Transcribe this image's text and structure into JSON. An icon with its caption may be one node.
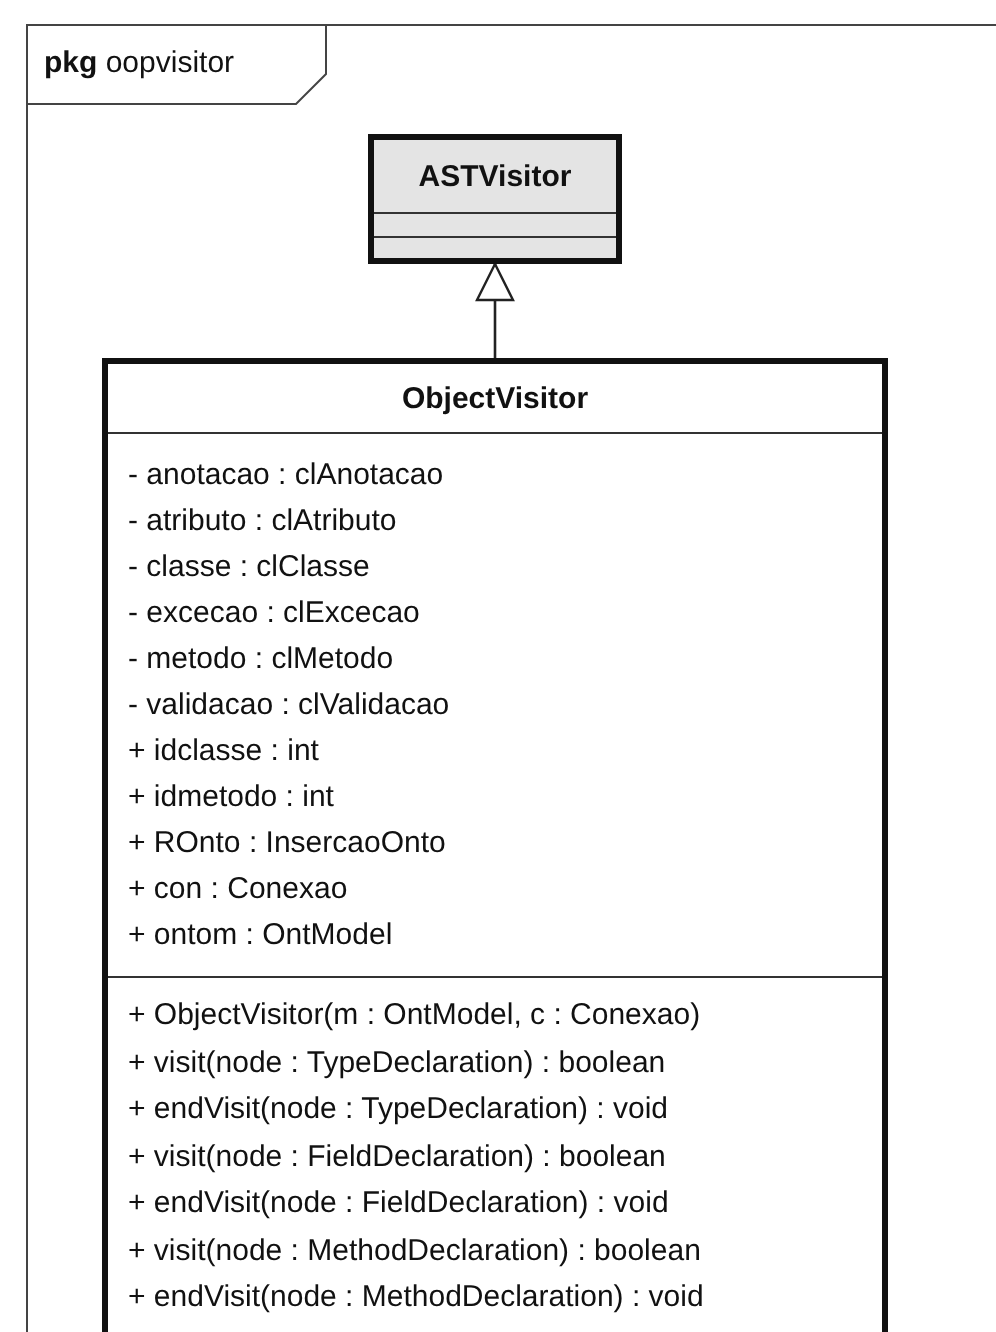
{
  "diagram": {
    "nodes": [
      {
        "text": [
          "**pkg** oopvisitor"
        ]
      },
      {
        "text": [
          "ASTVisitor"
        ],
        "in": 0
      },
      {
        "text": [
          "ObjectVisitor",
          "- anotacao : clAnotacao",
          "- atributo : clAtributo",
          "- classe : clClasse",
          "- excecao : clExcecao",
          "- metodo : clMetodo",
          "- validacao : clValidacao",
          "+ idclasse : int",
          "+ idmetodo : int",
          "+ ROnto : InsercaoOnto",
          "+ con : Conexao",
          "+ ontom : OntModel",
          "+ ObjectVisitor(m : OntModel, c : Conexao)",
          "+ visit(node : TypeDeclaration) : boolean",
          "+ endVisit(node : TypeDeclaration) : void",
          "+ visit(node : FieldDeclaration) : boolean",
          "+ endVisit(node : FieldDeclaration) : void",
          "+ visit(node : MethodDeclaration) : boolean",
          "+ endVisit(node : MethodDeclaration) : void"
        ],
        "in": 0
      }
    ],
    "edges": [
      {
        "from": 2,
        "to": 1,
        "arrow": "to"
      }
    ]
  }
}
